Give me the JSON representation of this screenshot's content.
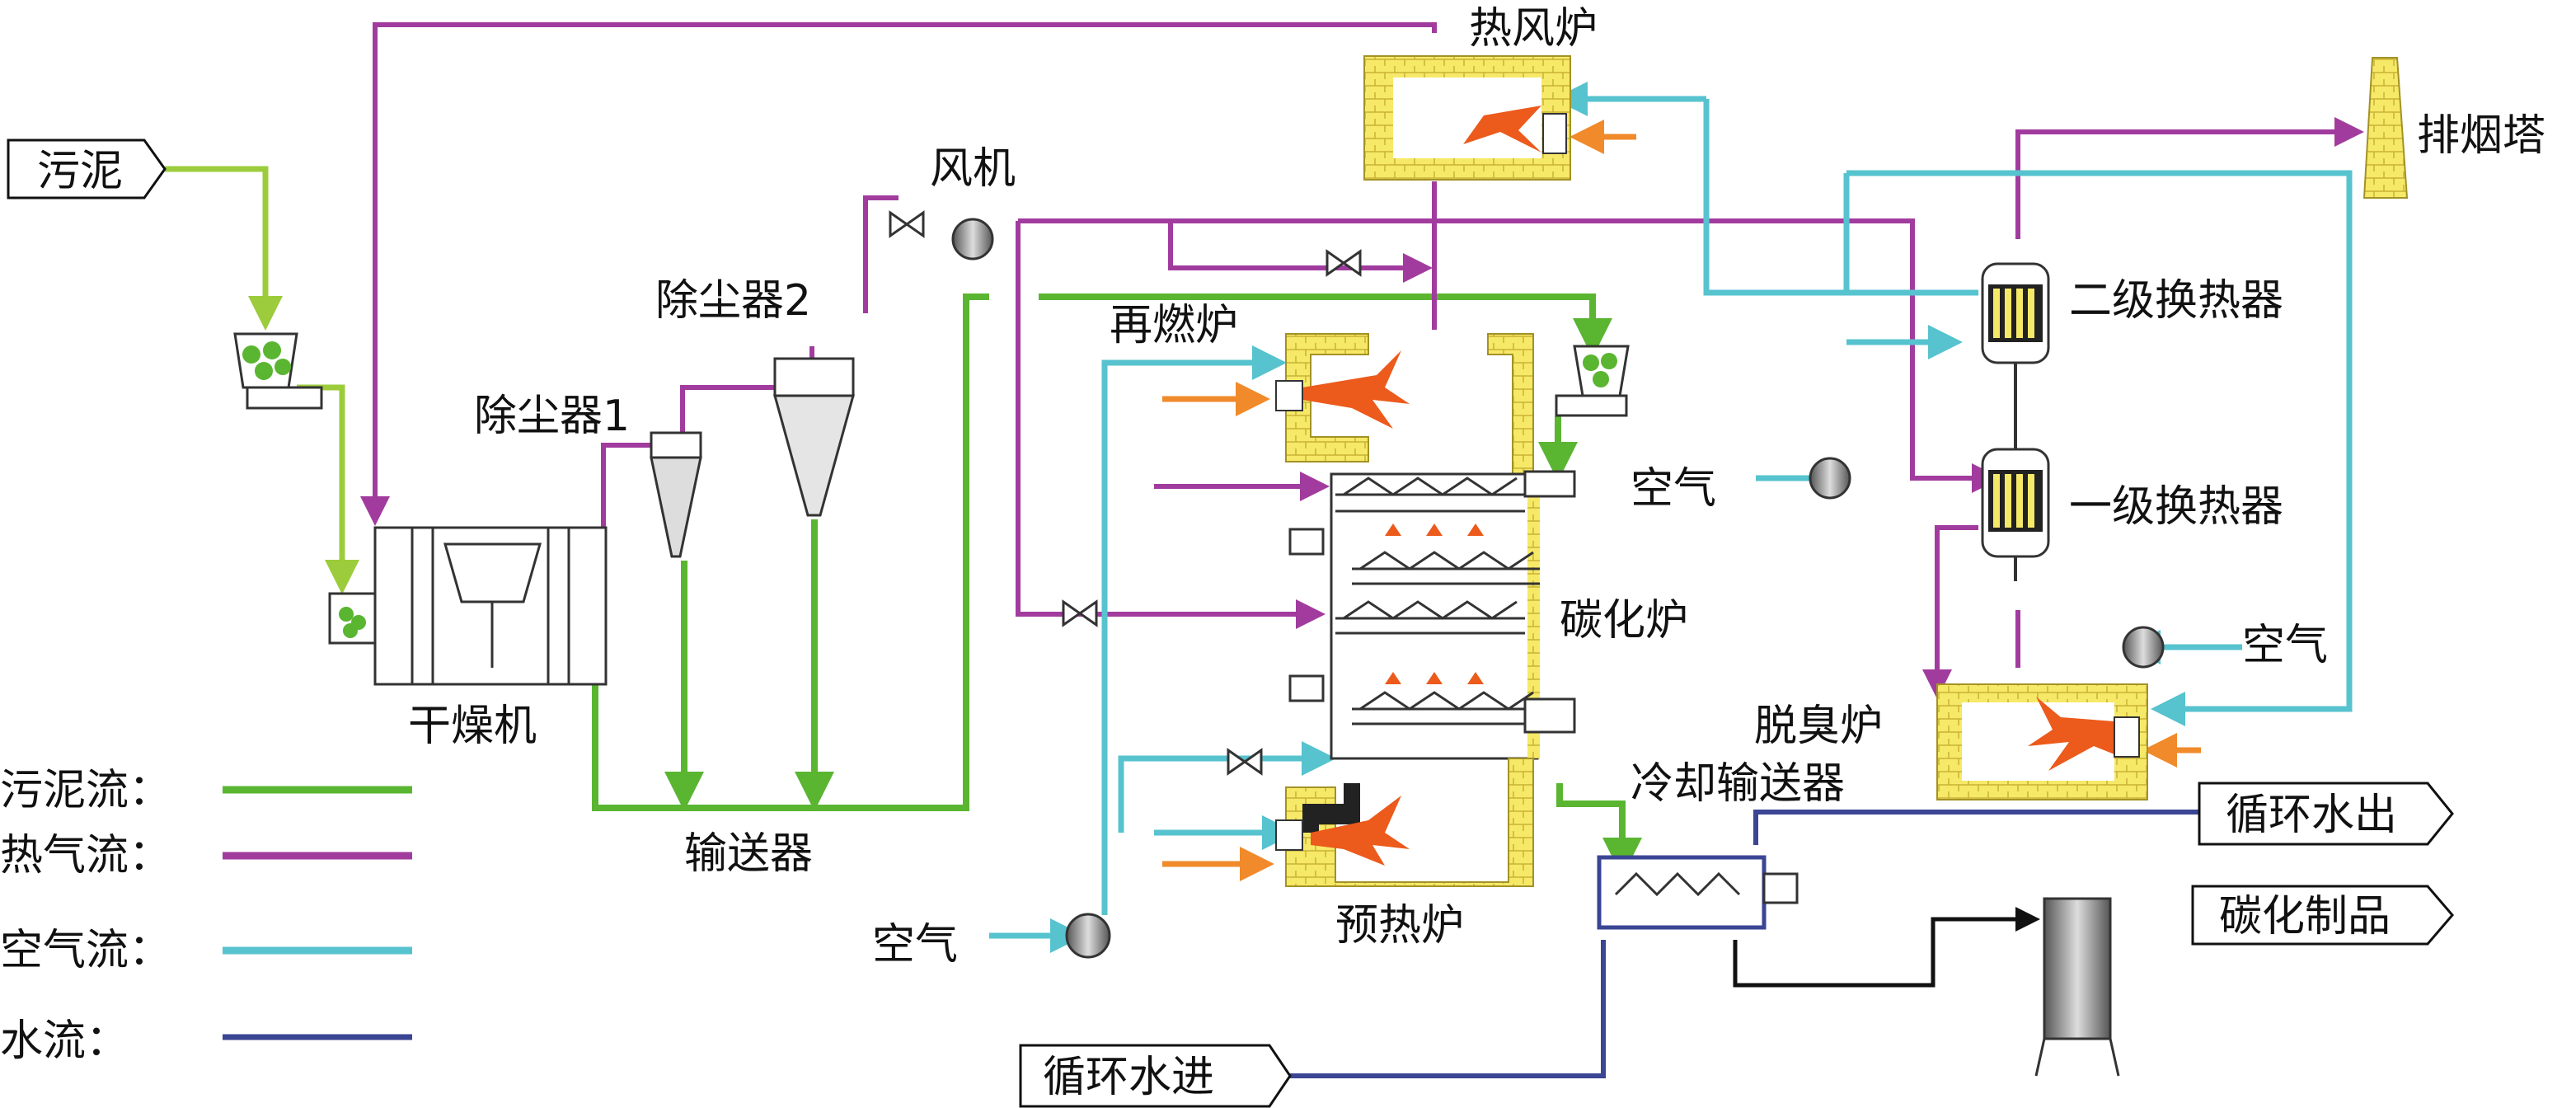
{
  "labels": {
    "sludge": "污泥",
    "hot_air_furnace": "热风炉",
    "fan": "风机",
    "dust_collector_2": "除尘器2",
    "dust_collector_1": "除尘器1",
    "reburn_furnace": "再燃炉",
    "carbonization_furnace": "碳化炉",
    "dryer": "干燥机",
    "conveyor": "输送器",
    "preheat_furnace": "预热炉",
    "air_bottom": "空气",
    "air_right": "空气",
    "air_mid": "空气",
    "stack": "排烟塔",
    "hx2": "二级换热器",
    "hx1": "一级换热器",
    "deodor_furnace": "脱臭炉",
    "cooling_conveyor": "冷却输送器",
    "circ_water_out": "循环水出",
    "carbon_product": "碳化制品",
    "circ_water_in": "循环水进"
  },
  "legend": {
    "items": [
      {
        "label": "污泥流：",
        "color": "#5ab531"
      },
      {
        "label": "热气流：",
        "color": "#a13c9e"
      },
      {
        "label": "空气流：",
        "color": "#56c3cf"
      },
      {
        "label": "水流：",
        "color": "#3a4593"
      }
    ]
  },
  "colors": {
    "sludge": "#5ab531",
    "sludge_light": "#9ccc3c",
    "hot_gas": "#a13c9e",
    "air": "#56c3cf",
    "water": "#3a4593",
    "fuel": "#f08a2b",
    "flame": "#ec5a1c",
    "brick": "#f3e24a"
  }
}
